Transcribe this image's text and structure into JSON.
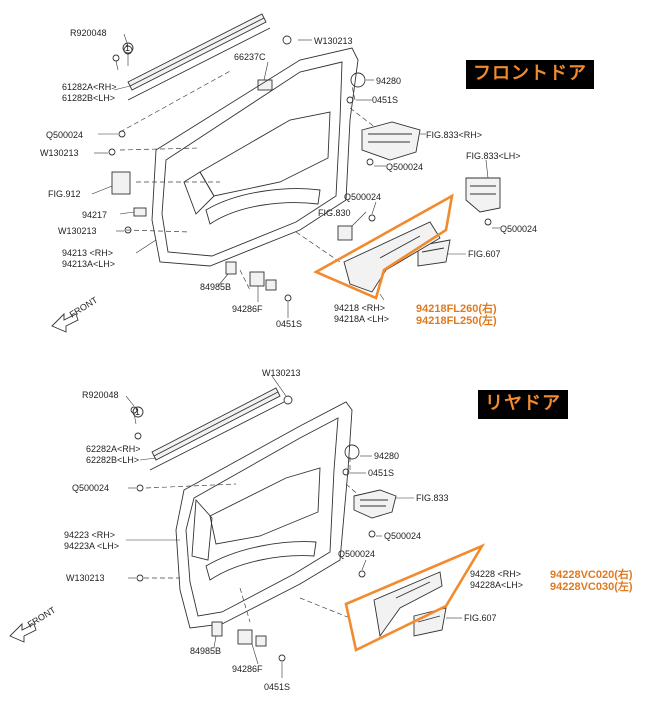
{
  "front": {
    "title": "フロントドア",
    "labels": {
      "r920048": "R920048",
      "w130213_top": "W130213",
      "p66237c": "66237C",
      "p61282a": "61282A<RH>",
      "p61282b": "61282B<LH>",
      "p94280": "94280",
      "p0451s_top": "0451S",
      "q500024_left": "Q500024",
      "w130213_left": "W130213",
      "fig833rh": "FIG.833<RH>",
      "q500024_mid": "Q500024",
      "fig912": "FIG.912",
      "fig833lh": "FIG.833<LH>",
      "q500024_upper": "Q500024",
      "p94217": "94217",
      "fig830": "FIG.830",
      "q500024_right": "Q500024",
      "w130213_low": "W130213",
      "p94213rh": "94213 <RH>",
      "p94213lh": "94213A<LH>",
      "fig607": "FIG.607",
      "p84985b": "84985B",
      "p94286f": "94286F",
      "p0451s_bot": "0451S",
      "p94218rh": "94218 <RH>",
      "p94218lh": "94218A <LH>",
      "num_rh": "94218FL260(右)",
      "num_lh": "94218FL250(左)",
      "front": "FRONT",
      "circle": "1"
    }
  },
  "rear": {
    "title": "リヤドア",
    "labels": {
      "w130213_top": "W130213",
      "r920048": "R920048",
      "p62282a": "62282A<RH>",
      "p62282b": "62282B<LH>",
      "p94280": "94280",
      "p0451s_top": "0451S",
      "q500024_left": "Q500024",
      "fig833": "FIG.833",
      "p94223rh": "94223 <RH>",
      "p94223lh": "94223A <LH>",
      "q500024_mid": "Q500024",
      "q500024_low": "Q500024",
      "w130213_left": "W130213",
      "p94228rh": "94228 <RH>",
      "p94228lh": "94228A<LH>",
      "num_rh": "94228VC020(右)",
      "num_lh": "94228VC030(左)",
      "fig607": "FIG.607",
      "p84985b": "84985B",
      "p94286f": "94286F",
      "p0451s_bot": "0451S",
      "front": "FRONT",
      "circle": "1"
    }
  },
  "colors": {
    "highlight": "#f28a2e",
    "badge_bg": "#000000",
    "badge_text": "#f28a2e"
  }
}
